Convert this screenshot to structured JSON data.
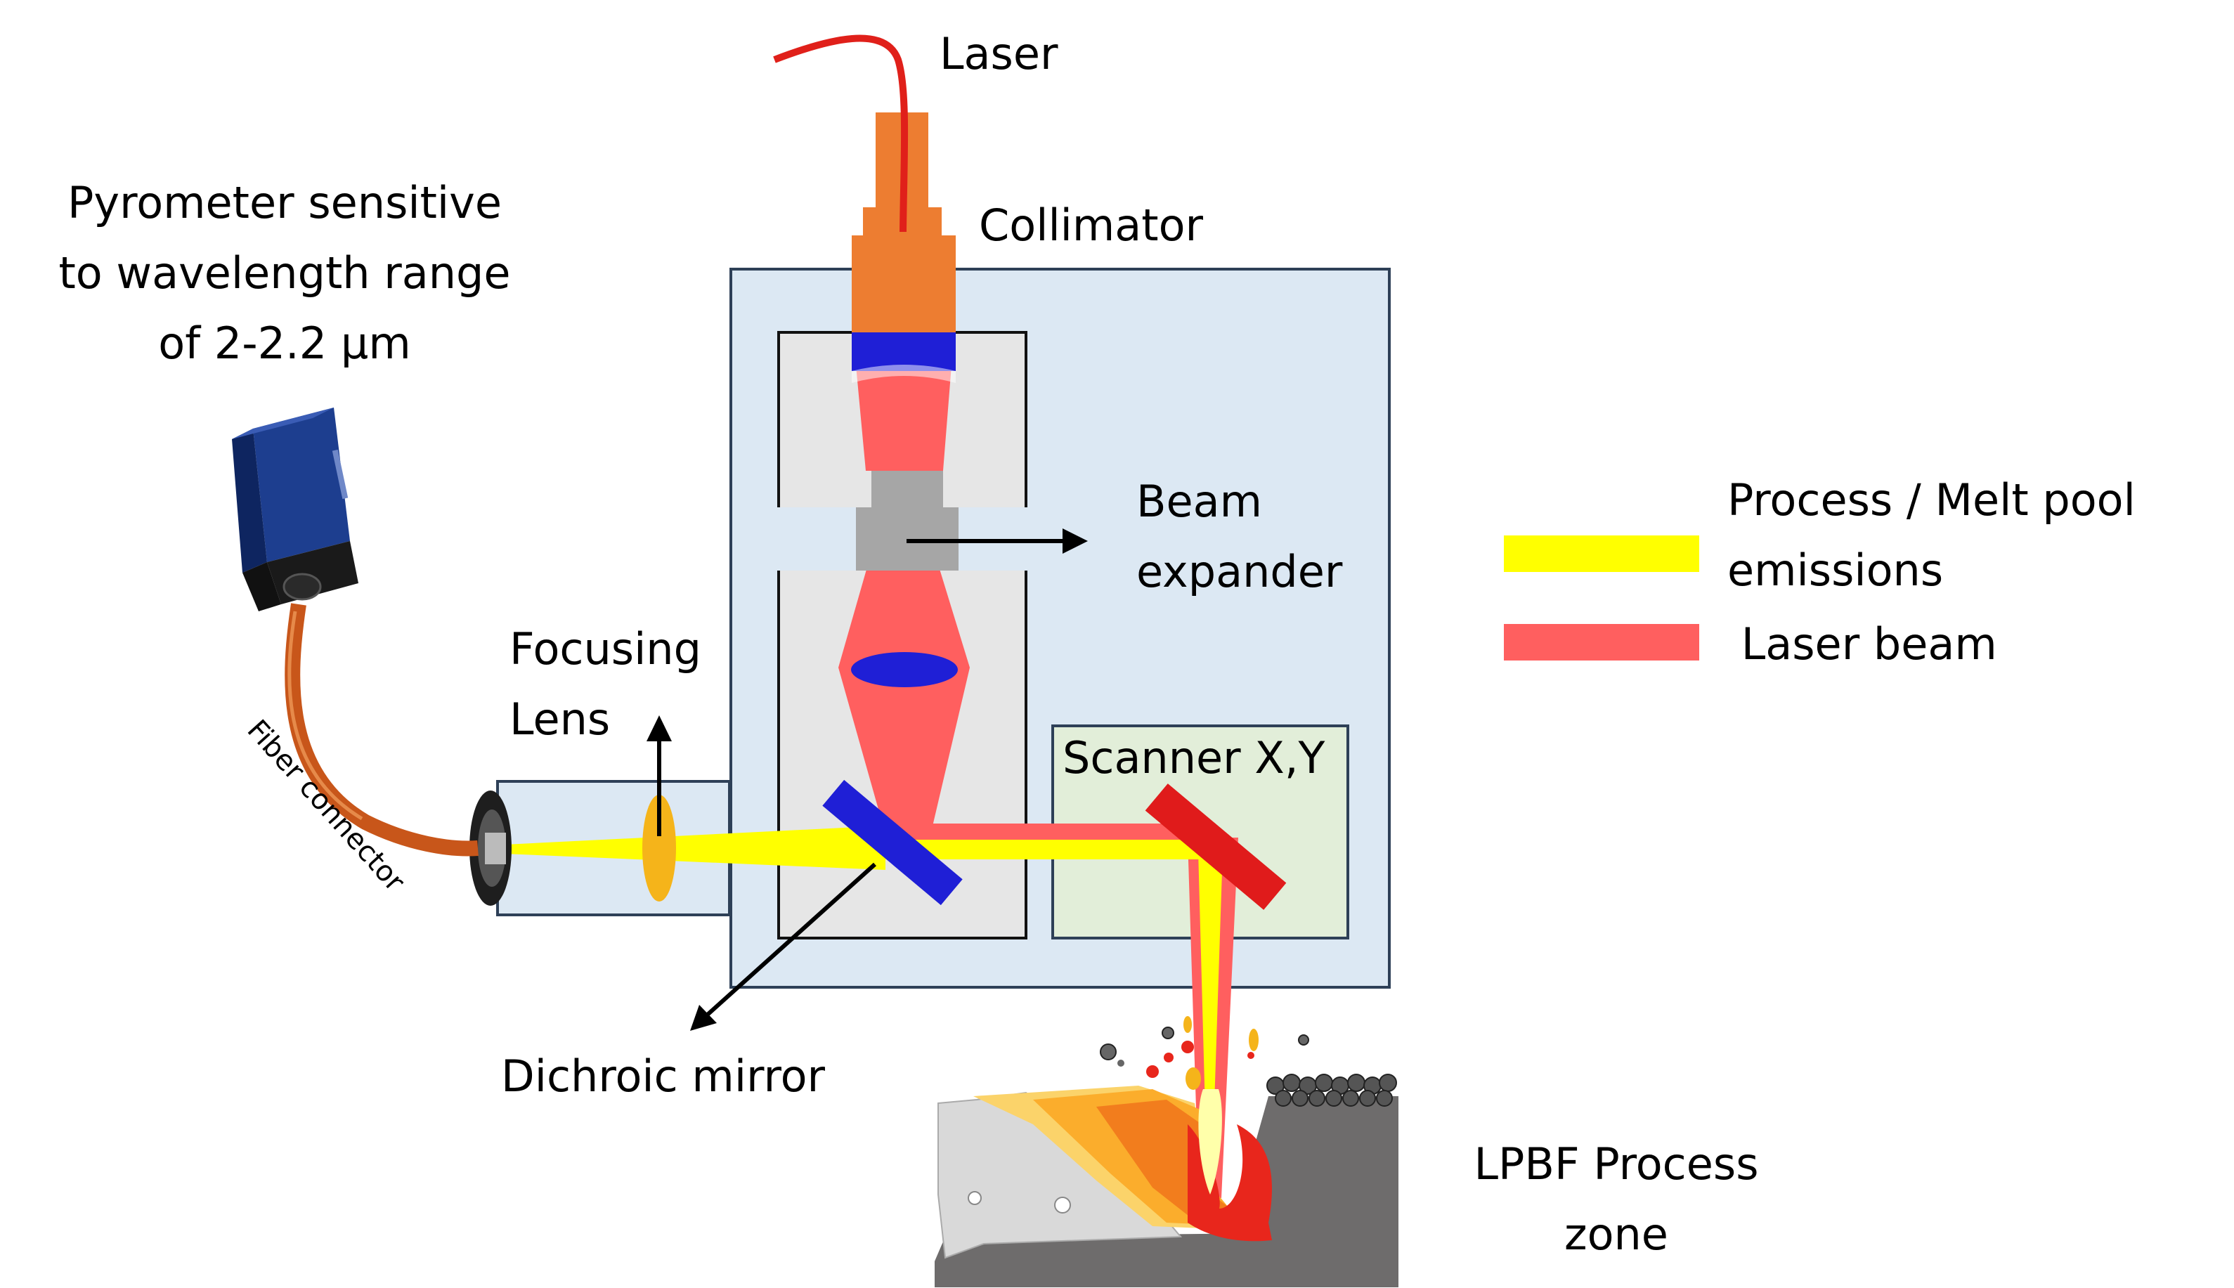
{
  "labels": {
    "laser": "Laser",
    "collimator": "Collimator",
    "pyrometer_line1": "Pyrometer sensitive",
    "pyrometer_line2": "to wavelength range",
    "pyrometer_line3": "of 2-2.2 µm",
    "beam_expander_line1": "Beam",
    "beam_expander_line2": "expander",
    "focusing_lens_line1": "Focusing",
    "focusing_lens_line2": "Lens",
    "scanner": "Scanner X,Y",
    "fiber_connector": "Fiber connector",
    "dichroic_mirror": "Dichroic mirror",
    "process_zone_line1": "LPBF Process",
    "process_zone_line2": "zone"
  },
  "legend": {
    "items": [
      {
        "line1": "Process / Melt pool",
        "line2": "emissions",
        "color": "#ffff00"
      },
      {
        "line1": " Laser beam",
        "line2": "",
        "color": "#ff5f5f"
      }
    ]
  },
  "colors": {
    "housing_fill": "#dce8f3",
    "housing_stroke": "#2e4057",
    "inner_fill": "#e6e6e6",
    "scanner_fill": "#e2eed9",
    "laser_beam": "#ff5f5f",
    "emission_beam": "#ffff00",
    "collimator": "#ed7d31",
    "lens_blue": "#1f1fd6",
    "scanner_mirror": "#e01b1b",
    "focus_lens": "#f5b41a",
    "fiber": "#c8561a",
    "fiber_line": "#e0201a"
  }
}
